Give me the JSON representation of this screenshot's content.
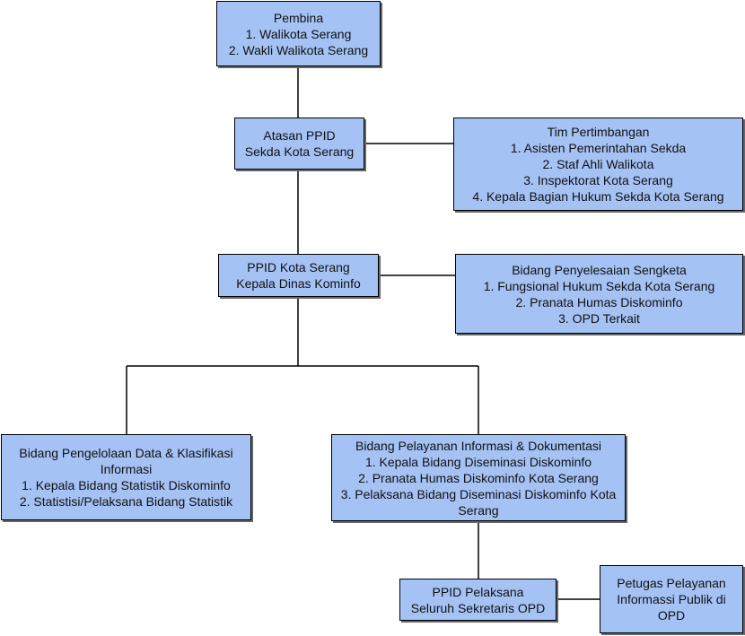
{
  "colors": {
    "box_fill": "#a4c2f4",
    "box_border": "#000000",
    "connector": "#000000"
  },
  "nodes": {
    "pembina": {
      "title": "Pembina",
      "items": [
        "1. Walikota Serang",
        "2. Wakli Walikota Serang"
      ]
    },
    "atasan_ppid": {
      "title": "Atasan PPID",
      "subtitle": "Sekda Kota Serang"
    },
    "tim_pertimbangan": {
      "title": "Tim Pertimbangan",
      "items": [
        "1. Asisten Pemerintahan Sekda",
        "2. Staf Ahli Walikota",
        "3. Inspektorat Kota Serang",
        "4. Kepala Bagian Hukum Sekda Kota Serang"
      ]
    },
    "ppid_kota": {
      "title": "PPID Kota Serang",
      "subtitle": "Kepala Dinas Kominfo"
    },
    "bidang_sengketa": {
      "title": "Bidang Penyelesaian Sengketa",
      "items": [
        "1. Fungsional Hukum Sekda Kota Serang",
        "2. Pranata Humas Diskominfo",
        "3. OPD Terkait"
      ]
    },
    "bidang_data": {
      "title": "Bidang Pengelolaan Data & Klasifikasi Informasi",
      "items": [
        "1. Kepala Bidang Statistik Diskominfo",
        "2. Statistisi/Pelaksana Bidang Statistik"
      ]
    },
    "bidang_pelayanan": {
      "title": "Bidang Pelayanan Informasi & Dokumentasi",
      "items": [
        "1. Kepala Bidang Diseminasi Diskominfo",
        "2. Pranata Humas Diskominfo Kota Serang",
        "3. Pelaksana Bidang Diseminasi Diskominfo Kota Serang"
      ]
    },
    "ppid_pelaksana": {
      "title": "PPID Pelaksana",
      "subtitle": "Seluruh Sekretaris OPD"
    },
    "petugas": {
      "title": "Petugas Pelayanan Informassi Publik di OPD"
    }
  }
}
